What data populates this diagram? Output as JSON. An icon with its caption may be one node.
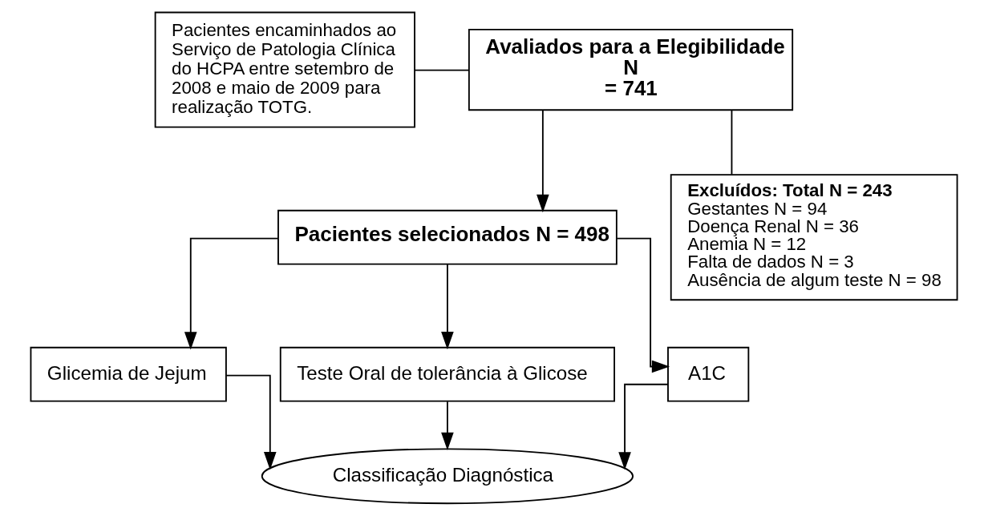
{
  "diagram": {
    "nodes": [
      {
        "text": [
          "Pacientes encaminhados ao Serviço de Patologia Clínica do HCPA entre setembro de 2008 e maio de 2009 para realização TOTG."
        ]
      },
      {
        "text": [
          "Avaliados para a Elegibilidade N = 741"
        ]
      },
      {
        "text": [
          "Excluídos: Total N = 243",
          "Gestantes N = 94",
          "Doença Renal N = 36",
          "Anemia N = 12",
          "Falta de dados N = 3",
          "Ausência de algum teste N = 98"
        ]
      },
      {
        "text": [
          "Pacientes selecionados N = 498"
        ]
      },
      {
        "text": [
          "Glicemia de Jejum"
        ]
      },
      {
        "text": [
          "Teste Oral de tolerância à Glicose"
        ]
      },
      {
        "text": [
          "A1C"
        ]
      },
      {
        "text": [
          "Classificação Diagnóstica"
        ]
      }
    ],
    "edges": [
      {
        "from": 0,
        "to": 1,
        "arrow": "none"
      },
      {
        "from": 1,
        "to": 2,
        "arrow": "none"
      },
      {
        "from": 1,
        "to": 3,
        "arrow": "to"
      },
      {
        "from": 3,
        "to": 4,
        "arrow": "to"
      },
      {
        "from": 3,
        "to": 5,
        "arrow": "to"
      },
      {
        "from": 3,
        "to": 6,
        "arrow": "to"
      },
      {
        "from": 4,
        "to": 7,
        "arrow": "to"
      },
      {
        "from": 5,
        "to": 7,
        "arrow": "to"
      },
      {
        "from": 6,
        "to": 7,
        "arrow": "to"
      }
    ]
  }
}
